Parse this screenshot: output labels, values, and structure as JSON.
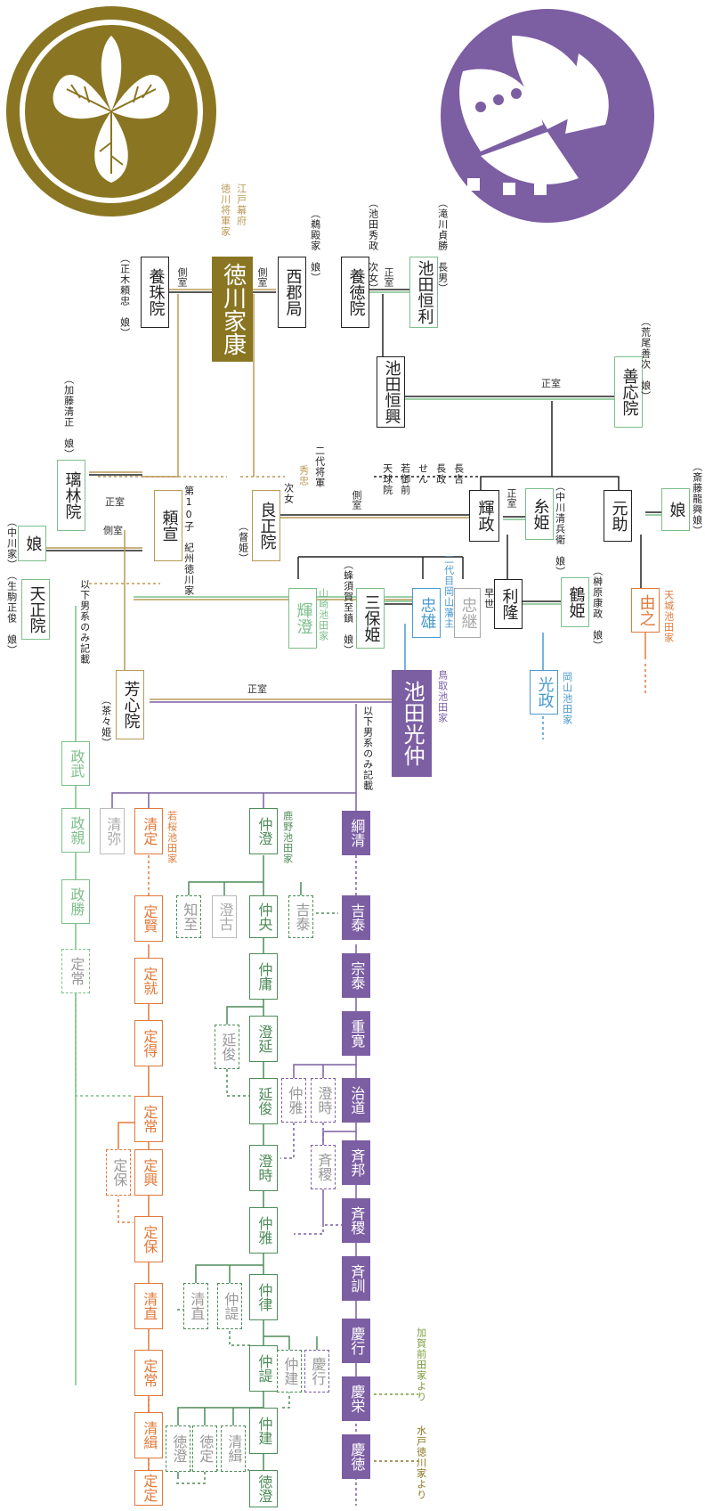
{
  "colors": {
    "gold": "#8a7622",
    "purple": "#7c5ea3",
    "black": "#222222",
    "green": "#4e8c5a",
    "lightgreen": "#7cbf8a",
    "orange": "#e07a3a",
    "gray": "#aaaaaa",
    "blue": "#4a9ad0",
    "tokugawa_line": "#b89a55"
  },
  "crests": {
    "tokugawa": {
      "icon": "mitsuba-aoi-crest",
      "color": "#8a7622"
    },
    "ikeda": {
      "icon": "agehacho-crest",
      "color": "#7c5ea3"
    }
  },
  "people": {
    "ieyasu": "徳川家康",
    "youjuin": "養珠院",
    "saigonotsubone": "西郡局",
    "youtokuin": "養徳院",
    "ikeda_tsuneoki": "池田恒利",
    "ikeda_tsuneoki2": "池田恒興",
    "zenouin": "善応院",
    "rinrinin": "璃林院",
    "yorinobu": "頼宣",
    "ryoshoin": "良正院",
    "musume1": "娘",
    "tenshoin": "天正院",
    "terumasa": "輝政",
    "keihime": "糸姫",
    "motosuke": "元助",
    "musume2": "娘",
    "teruzumi": "輝澄",
    "mihohime": "三保姫",
    "tadakatsu": "忠雄",
    "tadatsugu": "忠継",
    "toshitaka": "利隆",
    "tsuruhime": "鶴姫",
    "yoshiyuki": "由之",
    "mitsumasa": "光政",
    "houshinin": "芳心院",
    "mitsunaka": "池田光仲"
  },
  "notes": {
    "edo_bakufu": "江戸幕府",
    "tokugawa_shogun": "徳川将軍家",
    "masaki": "（正木頼忠　娘）",
    "unoden": "（鵜殿家　娘）",
    "ikeda_hidemasa": "（池田秀政　次女）",
    "takikawa": "（滝川貞勝　長男）",
    "arao": "（荒尾善次　娘）",
    "kato": "（加藤清正　娘）",
    "nidai_shogun": "二代将軍",
    "hidetada": "秀忠",
    "jijo": "次女",
    "tokuhime": "（督姫）",
    "nakagawa1": "（中川家）",
    "ikoma": "（生駒正俊　娘）",
    "yorinobu_note": "第10子　紀州徳川家",
    "tenkyu": "天球院",
    "wakagozen": "若御前",
    "sen": "せん",
    "nagamasa": "長政",
    "nagayoshi": "長吉",
    "nakagawa_kiyohide": "（中川清兵衛　娘）",
    "saito": "（斎藤龍興娘）",
    "yamazaki": "山崎池田家",
    "hachisuka": "（蜂須賀至鎮　娘）",
    "nidai_okayama": "二代目岡山藩主",
    "sousei": "早世",
    "sakakibara": "（榊原康政　娘）",
    "tenjo": "天城池田家",
    "okayama": "岡山池田家",
    "chachahime": "（茶々姫）",
    "tottori": "鳥取池田家",
    "male_only1": "以下男系のみ記載",
    "male_only2": "以下男系のみ記載",
    "wakasa": "若桜池田家",
    "shikano": "鹿野池田家",
    "kaga": "加賀前田家より",
    "mito": "水戸徳川家より"
  },
  "rel": {
    "sokushitsu": "側室",
    "seishitsu": "正室"
  },
  "gen": {
    "masatake": "政武",
    "masachika": "政親",
    "masakatsu": "政勝",
    "sadatsune_g": "定常",
    "seiya": "清弥",
    "kiyosada": "清定",
    "sadakata": "定賢",
    "sadanari": "定就",
    "sadanori": "定得",
    "sadatsune": "定常",
    "sadayasu_d": "定保",
    "sadaoki": "定興",
    "sadayasu": "定保",
    "kiyonao": "清直",
    "sadatsune2": "定常",
    "kiyotsugu": "清緝",
    "sadasada": "定定",
    "nakazumi": "仲澄",
    "tomoyuki": "知至",
    "sumitaka": "澄古",
    "nakahisa": "仲央",
    "yoshiyasu_d": "吉泰",
    "nakatsune": "仲庸",
    "nobutoshi_d": "延俊",
    "sumiyoshi": "澄延",
    "nobutoshi": "延俊",
    "sumitoki": "澄時",
    "nakamasa": "仲雅",
    "nakanori": "仲律",
    "kiyonao_d": "清直",
    "nakaaki_d": "仲諟",
    "nakaaki": "仲諟",
    "nakatate_d": "仲建",
    "nakatate": "仲建",
    "tokuzumi_d": "徳澄",
    "tokusada_d": "徳定",
    "kiyotsugu_d": "清緝",
    "tokuzumi": "徳澄",
    "tsunakiyo": "綱清",
    "yoshiyasu": "吉泰",
    "munehiro": "宗泰",
    "shigenobu": "重寛",
    "harumichi": "治道",
    "narikuni": "斉邦",
    "narimichi": "斉稷",
    "narinori": "斉訓",
    "yoshinori": "慶行",
    "yoshihisa": "慶栄",
    "yoshinori2": "慶徳",
    "nakamasa_d": "仲雅",
    "sumitoki_d": "澄時",
    "narimichi_d": "斉稷",
    "yoshinori_d": "慶行"
  }
}
